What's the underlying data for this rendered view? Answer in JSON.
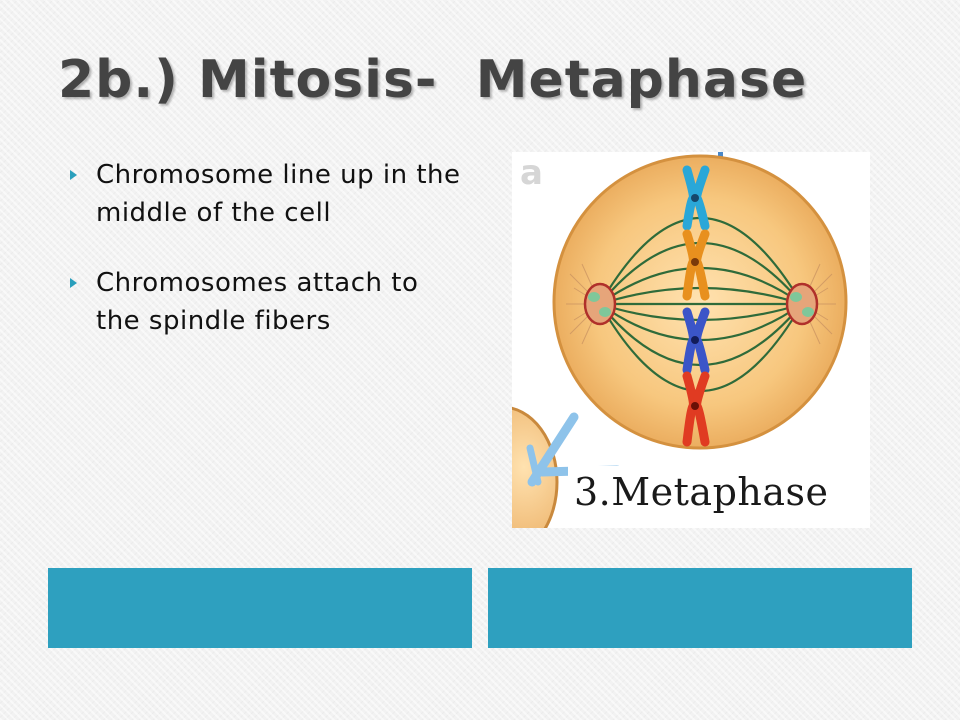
{
  "slide": {
    "title": "2b.) Mitosis-  Metaphase",
    "bullets": [
      {
        "text": "Chromosome line up in the middle of the cell"
      },
      {
        "text": "Chromosomes attach to the spindle fibers"
      }
    ]
  },
  "figure": {
    "caption": "3.Metaphase",
    "partial_label": "a"
  },
  "colors": {
    "accent": "#2ea0bf",
    "title_text": "#444444",
    "cell_fill": "#f5c27a",
    "spindle_fiber": "#2f6b3a",
    "chromosome_colors": [
      "#2aa7d8",
      "#e8901e",
      "#3b55c8",
      "#e03b22"
    ]
  },
  "icons": {
    "bullet": "triangle-right-icon"
  }
}
